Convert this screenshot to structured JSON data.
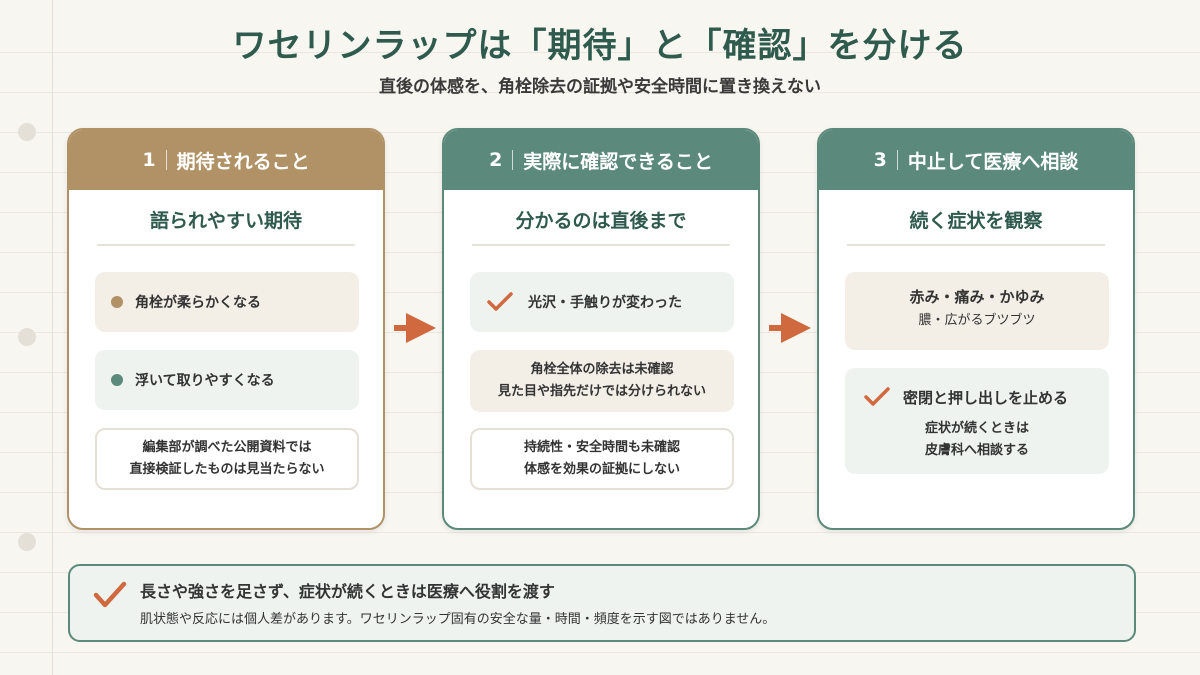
{
  "colors": {
    "gold": "#b09266",
    "teal": "#5b8a7c",
    "orange": "#d06a3e",
    "beige": "#f3efe7",
    "mint": "#eef3f0"
  },
  "title": "ワセリンラップは「期待」と「確認」を分ける",
  "subtitle": "直後の体感を、角栓除去の証拠や安全時間に置き換えない",
  "cards": [
    {
      "num": "1",
      "head": "期待されること",
      "sub": "語られやすい期待",
      "item1": "角栓が柔らかくなる",
      "item2": "浮いて取りやすくなる",
      "note": [
        "編集部が調べた公開資料では",
        "直接検証したものは見当たらない"
      ]
    },
    {
      "num": "2",
      "head": "実際に確認できること",
      "sub": "分かるのは直後まで",
      "item1": "光沢・手触りが変わった",
      "note1": [
        "角栓全体の除去は未確認",
        "見た目や指先だけでは分けられない"
      ],
      "note2": [
        "持続性・安全時間も未確認",
        "体感を効果の証拠にしない"
      ]
    },
    {
      "num": "3",
      "head": "中止して医療へ相談",
      "sub": "続く症状を観察",
      "sym": [
        "赤み・痛み・かゆみ",
        "膿・広がるブツブツ"
      ],
      "action": "密閉と押し出しを止める",
      "action_note": [
        "症状が続くときは",
        "皮膚科へ相談する"
      ]
    }
  ],
  "footer": {
    "main": "長さや強さを足さず、症状が続くときは医療へ役割を渡す",
    "note": "肌状態や反応には個人差があります。ワセリンラップ固有の安全な量・時間・頻度を示す図ではありません。"
  },
  "icons": [
    "check-icon",
    "arrow-right-icon",
    "bullet-dot-icon"
  ]
}
